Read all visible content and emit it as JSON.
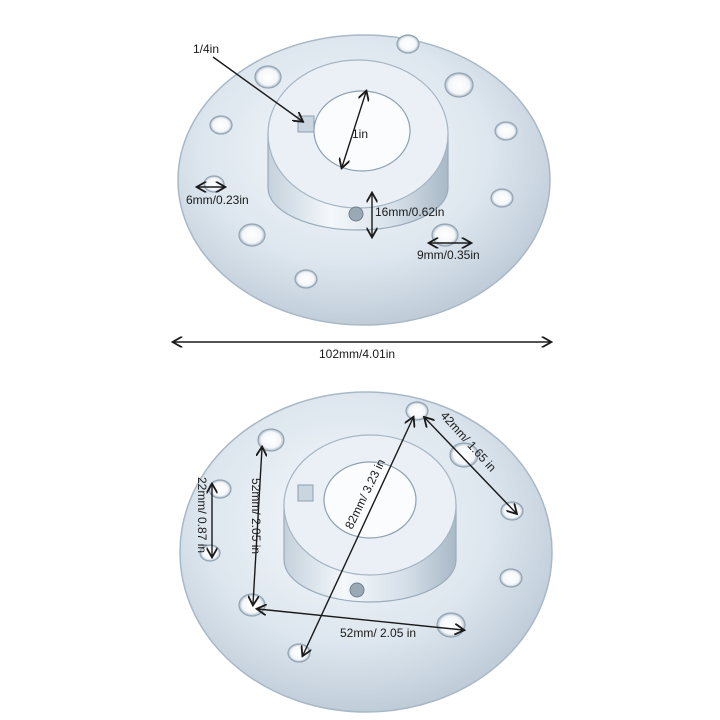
{
  "labels": {
    "keyway": "1/4in",
    "bore": "1in",
    "small_hole": "6mm/0.23in",
    "hub_height": "16mm/0.62in",
    "large_hole": "9mm/0.35in",
    "diameter": "102mm/4.01in",
    "pcd_diag": "82mm/ 3.23 in",
    "spacing_42": "42mm/ 1.65 in",
    "spacing_22": "22mm/ 0.87 in",
    "vertical_52": "52mm/ 2.05 in",
    "horizontal_52": "52mm/ 2.05 in"
  },
  "colors": {
    "metal_light": "#eef3f8",
    "metal_mid": "#cfdbe6",
    "metal_dark": "#9fb0c0",
    "arrow": "#1a1a1a"
  }
}
